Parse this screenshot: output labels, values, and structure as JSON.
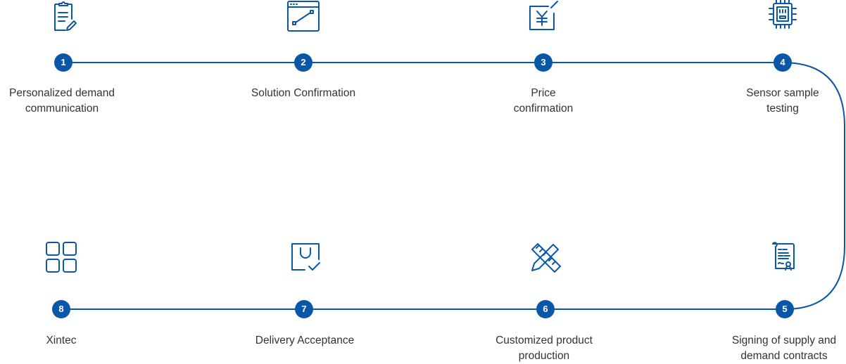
{
  "accent_color": "#0a57a8",
  "steps": [
    {
      "number": "1",
      "label": "Personalized demand communication",
      "icon": "clipboard-edit-icon"
    },
    {
      "number": "2",
      "label": "Solution Confirmation",
      "icon": "browser-chart-icon"
    },
    {
      "number": "3",
      "label": "Price confirmation",
      "icon": "yuan-document-icon"
    },
    {
      "number": "4",
      "label": "Sensor sample testing",
      "icon": "chip-icon"
    },
    {
      "number": "5",
      "label": "Signing of supply and demand contracts",
      "icon": "contract-certificate-icon"
    },
    {
      "number": "6",
      "label": "Customized product production",
      "icon": "ruler-pencil-icon"
    },
    {
      "number": "7",
      "label": "Delivery Acceptance",
      "icon": "shopping-bag-check-icon"
    },
    {
      "number": "8",
      "label": "Xintec",
      "icon": "grid-apps-icon"
    }
  ]
}
